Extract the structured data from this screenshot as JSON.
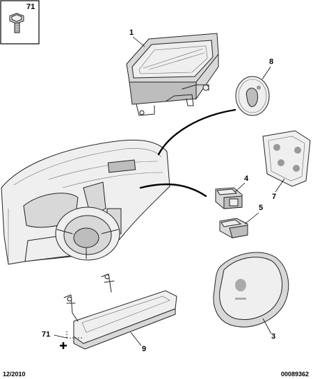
{
  "callouts": {
    "c71_box": "71",
    "c1": "1",
    "c8": "8",
    "c7": "7",
    "c4": "4",
    "c5": "5",
    "c3": "3",
    "c71_bottom": "71",
    "c9": "9"
  },
  "footer": {
    "date": "12/2010",
    "ref": "00089362"
  }
}
